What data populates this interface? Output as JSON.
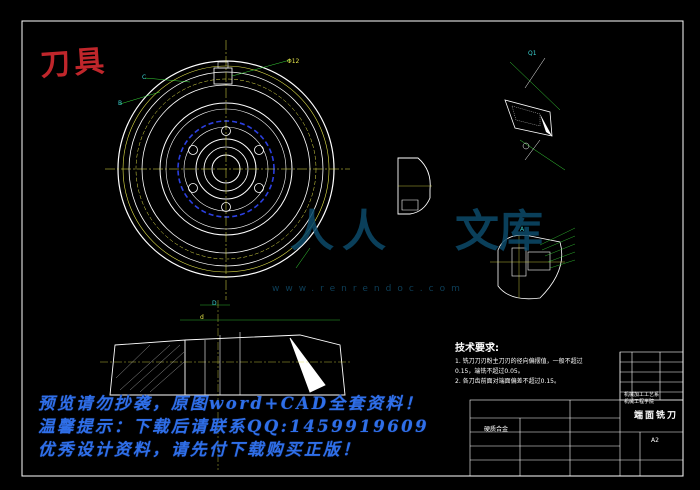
{
  "stamp": "刀具",
  "labels": {
    "c": "C",
    "b": "B",
    "d": "D",
    "a": "A",
    "dim_top": "Φ12",
    "dim_mid": "d",
    "angle": "Q1"
  },
  "technical_notes": {
    "title": "技术要求:",
    "items": [
      "1. 铣刀刀刃粉主刀刃的径向偏摆值，一般不超过",
      "0.15，端铣不超过0.05。",
      "2. 各刀齿前面对端面偏差不超过0.15。"
    ]
  },
  "title_block": {
    "material": "硬质合金",
    "title": "端面铣刀",
    "scale": "A2",
    "school": "机械加工工艺系 机械工程学院"
  },
  "watermark": {
    "line1": "预览请勿抄袭，原图word+CAD全套资料！",
    "line2": "温馨提示：下载后请联系QQ:1459919609",
    "line3": "优秀设计资料，请先付下载购买正版！",
    "logo_text_a": "人人",
    "logo_text_b": "文库",
    "logo_url": "www.renrendoc.com"
  },
  "colors": {
    "background": "#000000",
    "line": "#ffffff",
    "yellow": "#e6e64a",
    "cyan": "#3ad1d1",
    "blue": "#2b3fe0",
    "green": "#39d939",
    "stamp": "#c0262b",
    "watermark": "#2f6fe8"
  }
}
